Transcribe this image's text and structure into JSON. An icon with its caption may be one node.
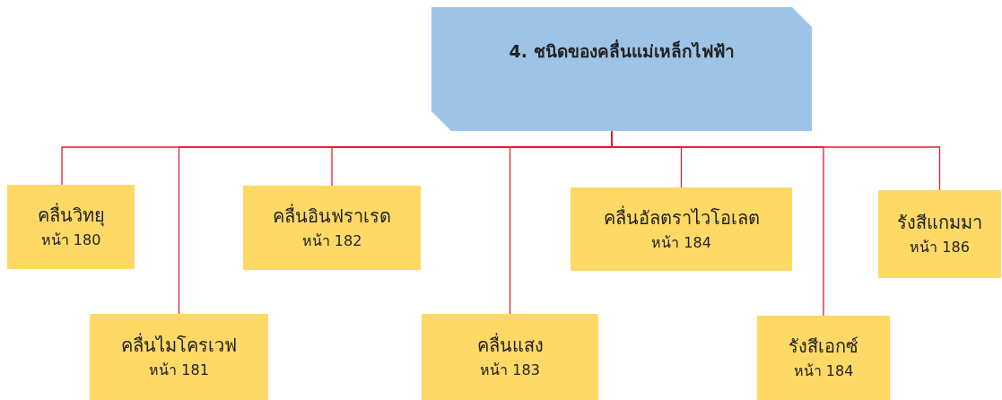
{
  "diagram": {
    "nodes": [
      {
        "text": [
          "4. ชนิดของคลื่นแม่เหล็กไฟฟ้า"
        ]
      },
      {
        "text": [
          "คลื่นวิทยุ",
          "หน้า  180"
        ]
      },
      {
        "text": [
          "คลื่นไมโครเวฟ",
          "หน้า  181"
        ]
      },
      {
        "text": [
          "คลื่นอินฟราเรด",
          "หน้า  182"
        ]
      },
      {
        "text": [
          "คลื่นแสง",
          "หน้า  183"
        ]
      },
      {
        "text": [
          "คลื่นอัลตราไวโอเลต",
          "หน้า  184"
        ]
      },
      {
        "text": [
          "รังสีเอกซ์",
          "หน้า  184"
        ]
      },
      {
        "text": [
          "รังสีแกมมา",
          "หน้า  186"
        ]
      }
    ],
    "edges": [
      {
        "from": 0,
        "to": 1,
        "arrow": "none"
      },
      {
        "from": 0,
        "to": 2,
        "arrow": "none"
      },
      {
        "from": 0,
        "to": 3,
        "arrow": "none"
      },
      {
        "from": 0,
        "to": 4,
        "arrow": "none"
      },
      {
        "from": 0,
        "to": 5,
        "arrow": "none"
      },
      {
        "from": 0,
        "to": 6,
        "arrow": "none"
      },
      {
        "from": 0,
        "to": 7,
        "arrow": "none"
      }
    ]
  }
}
